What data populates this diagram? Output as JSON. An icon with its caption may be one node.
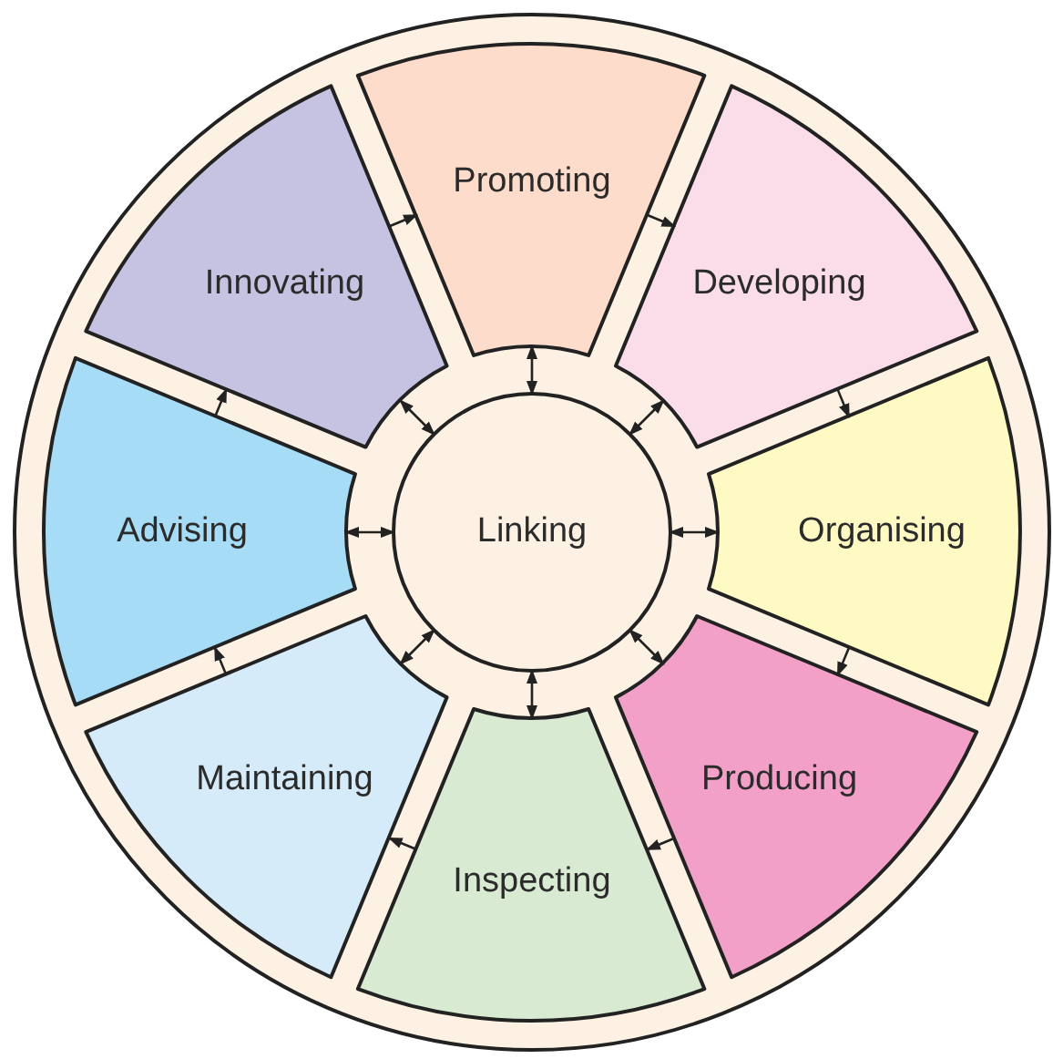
{
  "diagram": {
    "nodes": [
      {
        "text": [],
        "shape": "circle"
      },
      {
        "text": [
          "Promoting"
        ],
        "in": 0
      },
      {
        "text": [
          "Innovating"
        ],
        "in": 0
      },
      {
        "text": [
          "Developing"
        ],
        "in": 0
      },
      {
        "text": [
          "Advising"
        ],
        "in": 0
      },
      {
        "text": [
          "Linking"
        ],
        "in": 0
      },
      {
        "text": [
          "Organising"
        ],
        "in": 0
      },
      {
        "text": [
          "Maintaining"
        ],
        "in": 0
      },
      {
        "text": [
          "Producing"
        ],
        "in": 0
      },
      {
        "text": [
          "Inspecting"
        ],
        "in": 0
      }
    ],
    "edges": [
      {
        "from": 5,
        "to": 1,
        "arrow": "both"
      },
      {
        "from": 5,
        "to": 3,
        "arrow": "both"
      },
      {
        "from": 5,
        "to": 6,
        "arrow": "both"
      },
      {
        "from": 5,
        "to": 8,
        "arrow": "both"
      },
      {
        "from": 5,
        "to": 9,
        "arrow": "both"
      },
      {
        "from": 5,
        "to": 7,
        "arrow": "both"
      },
      {
        "from": 5,
        "to": 4,
        "arrow": "both"
      },
      {
        "from": 5,
        "to": 2,
        "arrow": "both"
      },
      {
        "from": 1,
        "to": 3,
        "arrow": "to"
      },
      {
        "from": 3,
        "to": 6,
        "arrow": "to"
      },
      {
        "from": 6,
        "to": 8,
        "arrow": "to"
      },
      {
        "from": 8,
        "to": 9,
        "arrow": "to"
      },
      {
        "from": 9,
        "to": 7,
        "arrow": "to"
      },
      {
        "from": 7,
        "to": 4,
        "arrow": "to"
      },
      {
        "from": 4,
        "to": 2,
        "arrow": "to"
      },
      {
        "from": 2,
        "to": 1,
        "arrow": "to"
      }
    ]
  }
}
